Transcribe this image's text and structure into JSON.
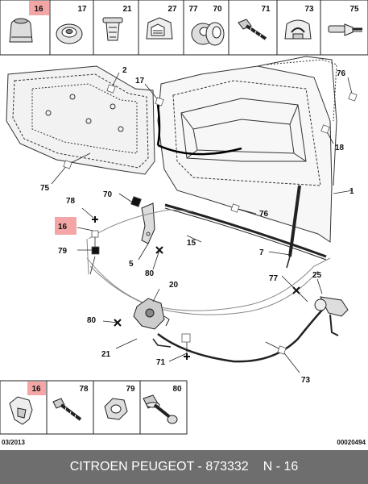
{
  "footer": {
    "title": "CITROEN PEUGEOT - 873332",
    "ref": "N - 16"
  },
  "header_parts": [
    "16",
    "17",
    "21",
    "27",
    "77",
    "70",
    "71",
    "73",
    "75"
  ],
  "footer_parts": [
    "16",
    "78",
    "79",
    "80"
  ],
  "callouts": {
    "c1": "1",
    "c2": "2",
    "c5": "5",
    "c7": "7",
    "c15": "15",
    "c16": "16",
    "c17": "17",
    "c18": "18",
    "c20": "20",
    "c21": "21",
    "c25": "25",
    "c70": "70",
    "c71": "71",
    "c73": "73",
    "c75": "75",
    "c76a": "76",
    "c76b": "76",
    "c77": "77",
    "c78": "78",
    "c79": "79",
    "c80a": "80",
    "c80b": "80"
  },
  "date": "03/2013",
  "ref_code": "00020494",
  "highlight_color": "#f4a6a6"
}
